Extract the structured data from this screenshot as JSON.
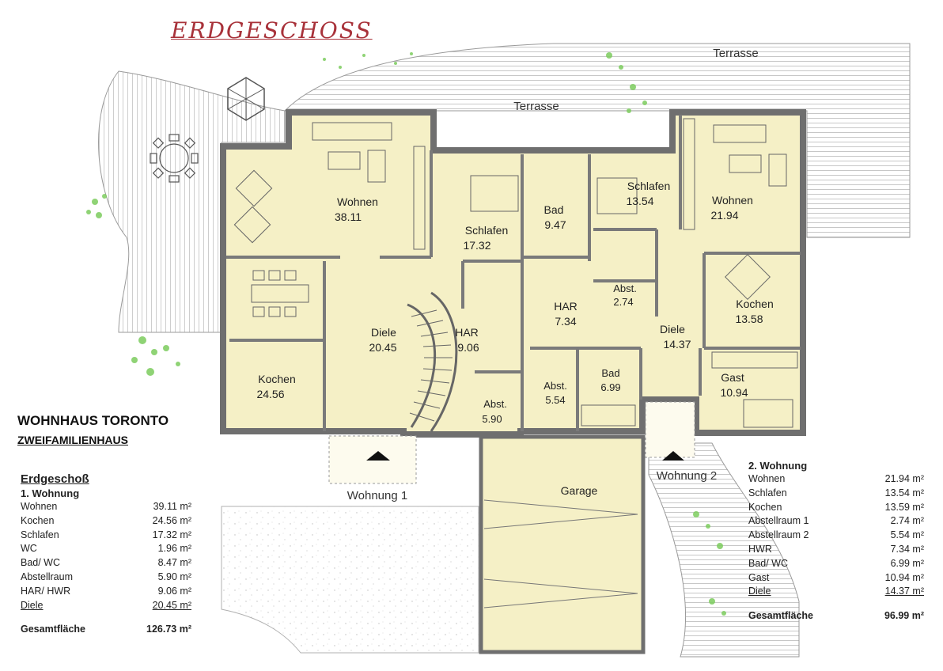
{
  "title": "ERDGESCHOSS",
  "house": {
    "name": "WOHNHAUS TORONTO",
    "type": "ZWEIFAMILIENHAUS"
  },
  "terraces": [
    "Terrasse",
    "Terrasse"
  ],
  "rooms_unit1": [
    {
      "name": "Wohnen",
      "area": "38.11"
    },
    {
      "name": "Schlafen",
      "area": "17.32"
    },
    {
      "name": "Bad",
      "area": "9.47"
    },
    {
      "name": "Kochen",
      "area": "24.56"
    },
    {
      "name": "Diele",
      "area": "20.45"
    },
    {
      "name": "HAR",
      "area": "9.06"
    },
    {
      "name": "Abst.",
      "area": "5.90"
    }
  ],
  "rooms_unit2": [
    {
      "name": "Schlafen",
      "area": "13.54"
    },
    {
      "name": "Wohnen",
      "area": "21.94"
    },
    {
      "name": "Abst.",
      "area": "2.74"
    },
    {
      "name": "Kochen",
      "area": "13.58"
    },
    {
      "name": "HAR",
      "area": "7.34"
    },
    {
      "name": "Diele",
      "area": "14.37"
    },
    {
      "name": "Bad",
      "area": "6.99"
    },
    {
      "name": "Abst.",
      "area": "5.54"
    },
    {
      "name": "Gast",
      "area": "10.94"
    }
  ],
  "garage": "Garage",
  "entrances": [
    "Wohnung 1",
    "Wohnung 2"
  ],
  "areas_unit1": {
    "header": "Erdgeschoß",
    "subheader": "1. Wohnung",
    "rows": [
      {
        "label": "Wohnen",
        "value": "39.11 m²"
      },
      {
        "label": "Kochen",
        "value": "24.56 m²"
      },
      {
        "label": "Schlafen",
        "value": "17.32 m²"
      },
      {
        "label": "WC",
        "value": "1.96 m²"
      },
      {
        "label": "Bad/ WC",
        "value": "8.47 m²"
      },
      {
        "label": "Abstellraum",
        "value": "5.90 m²"
      },
      {
        "label": "HAR/ HWR",
        "value": "9.06 m²"
      },
      {
        "label": "Diele",
        "value": "20.45 m²"
      }
    ],
    "total_label": "Gesamtfläche",
    "total_value": "126.73 m²"
  },
  "areas_unit2": {
    "subheader": "2. Wohnung",
    "rows": [
      {
        "label": "Wohnen",
        "value": "21.94 m²"
      },
      {
        "label": "Schlafen",
        "value": "13.54 m²"
      },
      {
        "label": "Kochen",
        "value": "13.59 m²"
      },
      {
        "label": "Abstellraum 1",
        "value": "2.74 m²"
      },
      {
        "label": "Abstellraum 2",
        "value": "5.54 m²"
      },
      {
        "label": "HWR",
        "value": "7.34 m²"
      },
      {
        "label": "Bad/ WC",
        "value": "6.99 m²"
      },
      {
        "label": "Gast",
        "value": "10.94 m²"
      },
      {
        "label": "Diele",
        "value": "14.37 m²"
      }
    ],
    "total_label": "Gesamtfläche",
    "total_value": "96.99 m²"
  },
  "colors": {
    "floor": "#f5f0c6",
    "wall": "#6f6f6f",
    "title": "#a8323a",
    "plant": "#5fbf4a"
  }
}
